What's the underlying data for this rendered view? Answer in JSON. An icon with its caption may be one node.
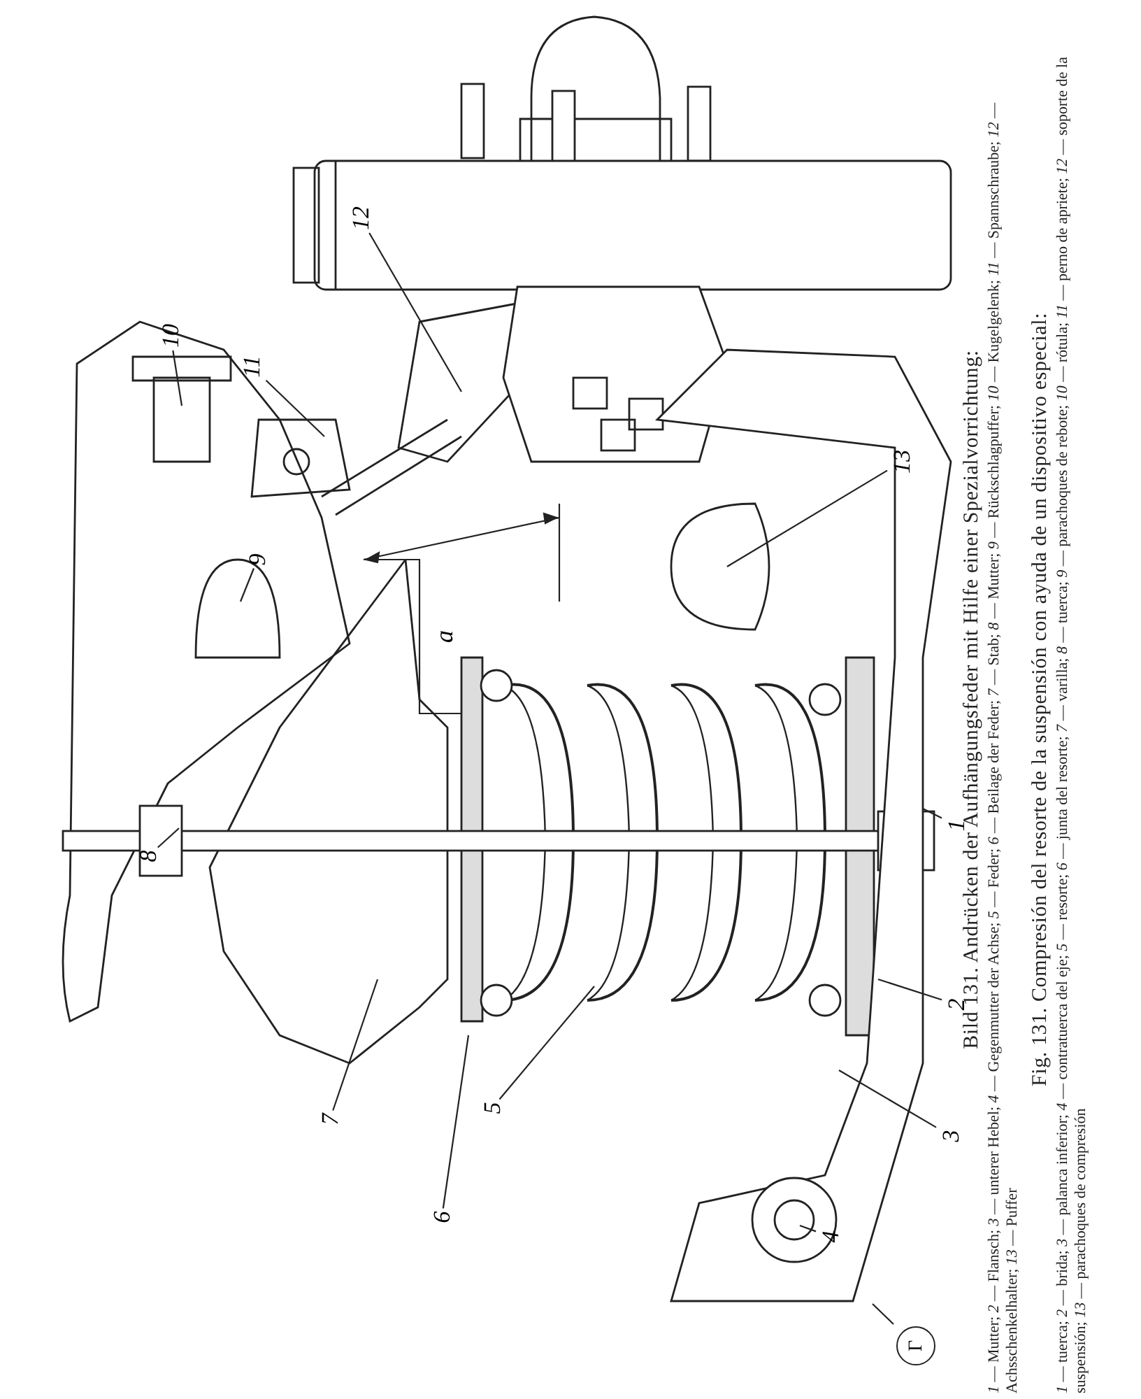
{
  "diagram": {
    "nodes": [
      {
        "text": [
          "1"
        ]
      },
      {
        "text": [
          "2"
        ]
      },
      {
        "text": [
          "3"
        ]
      },
      {
        "text": [
          "4"
        ]
      },
      {
        "text": [
          "5"
        ]
      },
      {
        "text": [
          "6"
        ]
      },
      {
        "text": [
          "7"
        ]
      },
      {
        "text": [
          "8"
        ]
      },
      {
        "text": [
          "9"
        ]
      },
      {
        "text": [
          "10"
        ]
      },
      {
        "text": [
          "11"
        ]
      },
      {
        "text": [
          "12"
        ]
      },
      {
        "text": [
          "13"
        ]
      },
      {
        "text": [
          "Г"
        ]
      }
    ],
    "edges": [
      {
        "from": 0,
        "to": null,
        "arrow": "none"
      },
      {
        "from": 1,
        "to": null,
        "arrow": "none"
      },
      {
        "from": 2,
        "to": null,
        "arrow": "none"
      },
      {
        "from": 3,
        "to": null,
        "arrow": "none"
      },
      {
        "from": 4,
        "to": null,
        "arrow": "none"
      },
      {
        "from": 5,
        "to": null,
        "arrow": "none"
      },
      {
        "from": 6,
        "to": null,
        "arrow": "none"
      },
      {
        "from": 7,
        "to": null,
        "arrow": "none"
      },
      {
        "from": 8,
        "to": null,
        "arrow": "none"
      },
      {
        "from": 9,
        "to": null,
        "arrow": "none"
      },
      {
        "from": 10,
        "to": null,
        "arrow": "none"
      },
      {
        "from": 11,
        "to": null,
        "arrow": "none"
      },
      {
        "from": 12,
        "to": null,
        "arrow": "none"
      },
      {
        "from": 13,
        "to": null,
        "arrow": "none"
      }
    ],
    "labels": [
      "a",
      "Bild 131. Andrücken der Aufhängungsfeder mit Hilfe einer Spezialvorrichtung:",
      "*1* — Mutter; *2* — Flansch; *3* — unterer Hebel; *4* — Gegenmutter der Achse; *5* — Feder; *6* — Beilage der Feder; *7* — Stab; *8* — Mutter; *9* — Rückschlagpuffer; *10* — Kugelgelenk; *11* — Spannschraube; *12* — Achsschenkelhalter; *13* — Puffer",
      "Fig. 131. Compresión del resorte de la suspensión con ayuda de un dispositivo especial:",
      "*1* — tuerca; *2* — brida; *3* — palanca inferior; *4* — contratuerca del eje; *5* — resorte; *6* — junta del resorte; *7* — varilla; *8* — tuerca; *9* — parachoques de rebote; *10* — rótula; *11* — perno de apriete; *12* — soporte de la suspensión; *13* — parachoques de compresión"
    ]
  }
}
